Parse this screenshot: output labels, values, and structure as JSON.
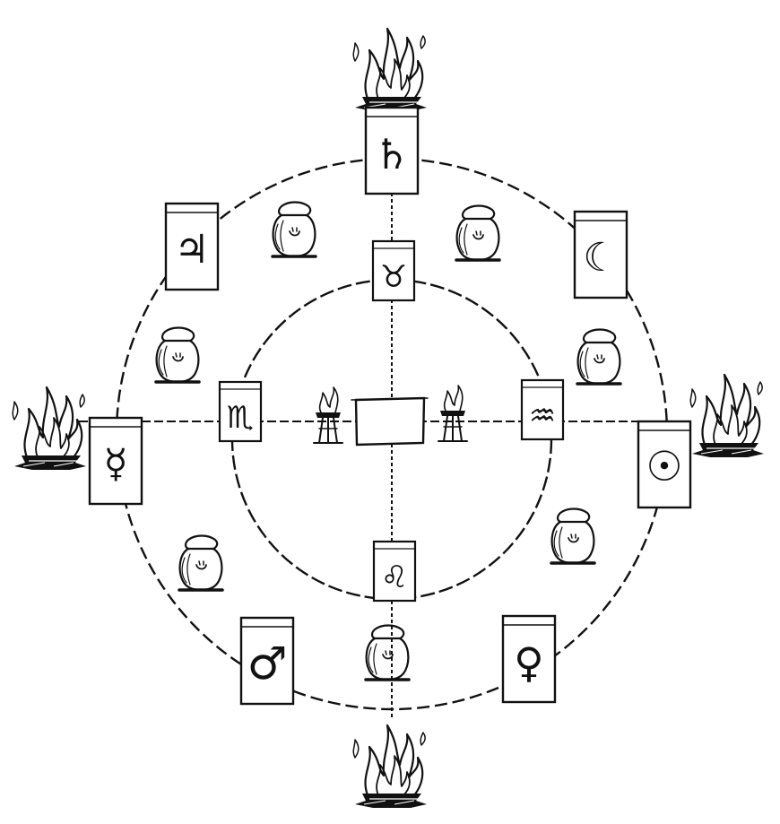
{
  "colors": {
    "ink": "#111111",
    "paper": "#ffffff"
  },
  "outer_pillars": [
    {
      "name": "pillar-saturn",
      "symbol": "♄",
      "planet": "saturn"
    },
    {
      "name": "pillar-jupiter",
      "symbol": "♃",
      "planet": "jupiter"
    },
    {
      "name": "pillar-moon",
      "symbol": "☾",
      "planet": "moon"
    },
    {
      "name": "pillar-mercury",
      "symbol": "☿",
      "planet": "mercury"
    },
    {
      "name": "pillar-sun",
      "symbol": "☉",
      "planet": "sun"
    },
    {
      "name": "pillar-mars",
      "symbol": "♂",
      "planet": "mars"
    },
    {
      "name": "pillar-venus",
      "symbol": "♀",
      "planet": "venus"
    }
  ],
  "inner_pillars": [
    {
      "name": "pillar-taurus",
      "symbol": "♉",
      "sign": "taurus"
    },
    {
      "name": "pillar-scorpio",
      "symbol": "♏",
      "sign": "scorpio"
    },
    {
      "name": "pillar-aquarius",
      "symbol": "♒",
      "sign": "aquarius"
    },
    {
      "name": "pillar-leo",
      "symbol": "♌",
      "sign": "leo"
    }
  ],
  "icons": {
    "fire": "bonfire-icon",
    "urn": "urn-icon",
    "brazier": "brazier-icon",
    "altar": "altar-icon"
  }
}
